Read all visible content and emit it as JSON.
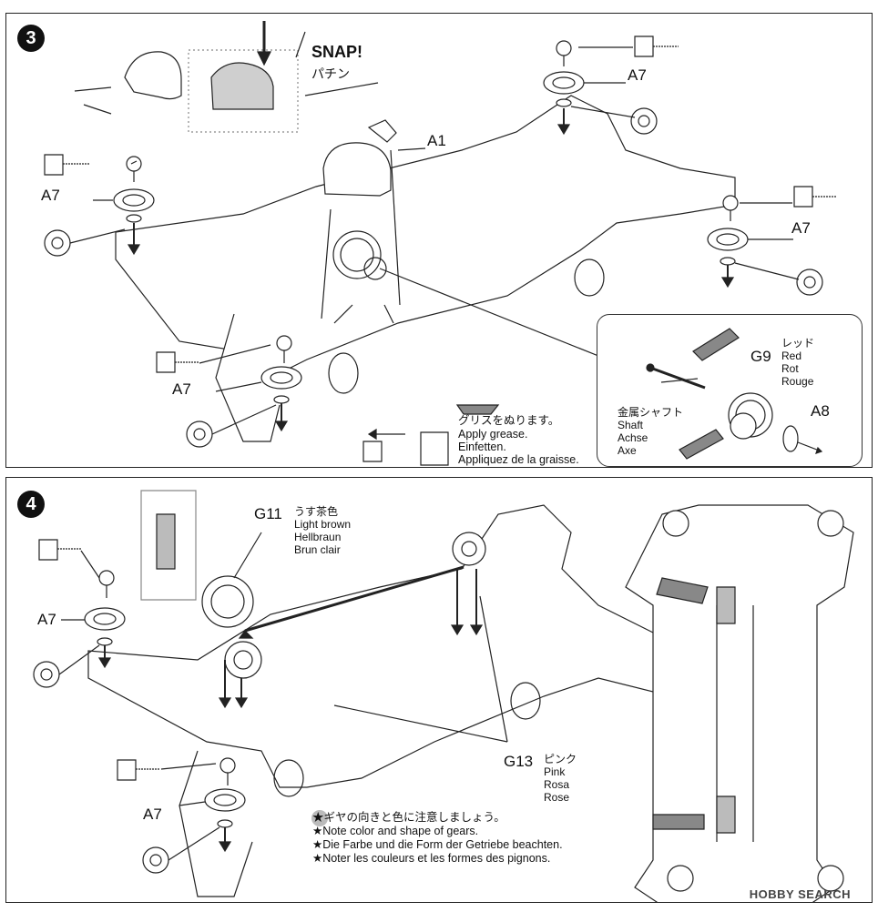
{
  "step3": {
    "number": "3",
    "snap_en": "SNAP!",
    "snap_jp": "パチン",
    "part_a1": "A1",
    "part_a7_1": "A7",
    "part_a7_2": "A7",
    "part_a7_3": "A7",
    "part_a7_4": "A7",
    "callout": {
      "g9": "G9",
      "color": [
        "レッド",
        "Red",
        "Rot",
        "Rouge"
      ],
      "shaft": [
        "金属シャフト",
        "Shaft",
        "Achse",
        "Axe"
      ],
      "a8": "A8"
    },
    "grease": [
      "グリスをぬります。",
      "Apply grease.",
      "Einfetten.",
      "Appliquez de la graisse."
    ]
  },
  "step4": {
    "number": "4",
    "g11": "G11",
    "g11_color": [
      "うす茶色",
      "Light brown",
      "Hellbraun",
      "Brun clair"
    ],
    "g13": "G13",
    "g13_color": [
      "ピンク",
      "Pink",
      "Rosa",
      "Rose"
    ],
    "part_a7_1": "A7",
    "part_a7_2": "A7",
    "notes": [
      "★ギヤの向きと色に注意しましょう。",
      "★Note color and shape of gears.",
      "★Die Farbe und die Form der Getriebe beachten.",
      "★Noter les couleurs et les formes des pignons."
    ]
  },
  "watermark": "HOBBY SEARCH"
}
